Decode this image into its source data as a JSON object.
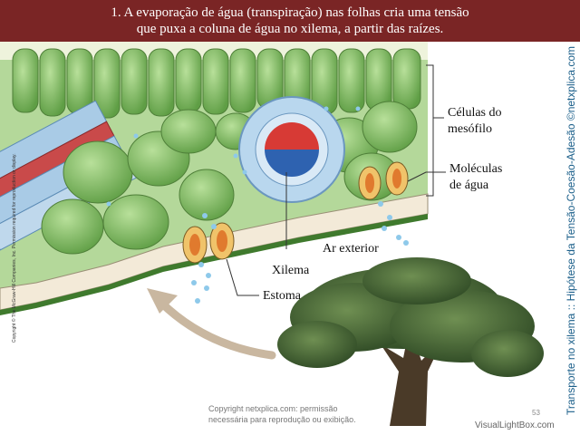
{
  "header": {
    "line1": "1. A evaporação de água (transpiração) nas folhas cria uma tensão",
    "line2": "que puxa a coluna de água no xilema, a partir das raízes."
  },
  "labels": {
    "mesophyll_l1": "Células do",
    "mesophyll_l2": "mesófilo",
    "water_l1": "Moléculas",
    "water_l2": "de água",
    "outside_air": "Ar exterior",
    "xylem": "Xilema",
    "stoma": "Estoma"
  },
  "side_title": "Transporte no xilema :: Hipótese da Tensão-Coesão-Adesão ©netxplica.com",
  "vertical_copyright": "Copyright © The McGraw-Hill Companies, Inc. Permission required for reproduction or display.",
  "footer": {
    "line1": "Copyright netxplica.com: permissão",
    "line2": "necessária para reprodução ou exibição."
  },
  "page_number": "53",
  "watermark": "VisualLightBox.com",
  "colors": {
    "banner": "#7a2525",
    "mesophyll": "#7fbd5e",
    "epidermis": "#f3ead8",
    "xylem": "#d73a35",
    "phloem": "#2e62b0",
    "water": "#8ec9ea",
    "side_title": "#1b5f8a"
  }
}
